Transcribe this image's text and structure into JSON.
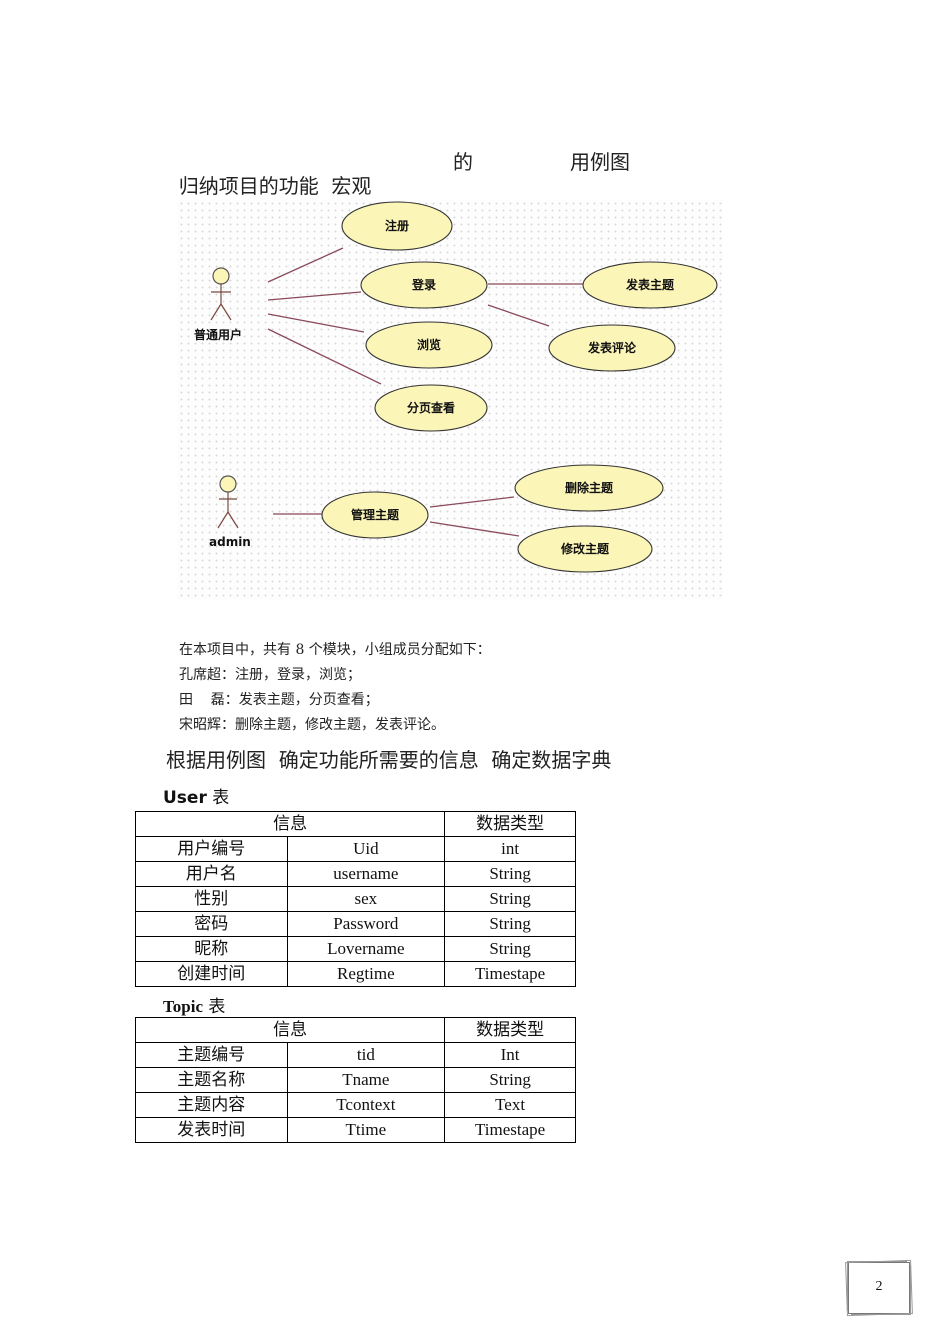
{
  "heading1": {
    "part1": "归纳项目的功能  宏观",
    "part2": "的",
    "part3": "用例图"
  },
  "diagram": {
    "actors": [
      {
        "name": "普通用户"
      },
      {
        "name": "admin"
      }
    ],
    "use_cases": {
      "register": "注册",
      "login": "登录",
      "browse": "浏览",
      "paging": "分页查看",
      "post_topic": "发表主题",
      "post_comment": "发表评论",
      "manage_topic": "管理主题",
      "delete_topic": "删除主题",
      "edit_topic": "修改主题"
    },
    "colors": {
      "ellipse_fill": "#fbf5b8",
      "ellipse_stroke": "#333333",
      "line": "#8a4a5a"
    }
  },
  "paragraph": {
    "lines": [
      "在本项目中，共有 8 个模块，小组成员分配如下：",
      "孔席超：注册，登录，浏览；",
      "田    磊：发表主题，分页查看；",
      "宋昭辉：删除主题，修改主题，发表评论。"
    ]
  },
  "heading2": "根据用例图  确定功能所需要的信息  确定数据字典",
  "user_table": {
    "title_bold": "User",
    "title_suffix": " 表",
    "header": {
      "info": "信息",
      "type": "数据类型"
    },
    "rows": [
      {
        "label": "用户编号",
        "field": "Uid",
        "type": "int"
      },
      {
        "label": "用户名",
        "field": "username",
        "type": "String"
      },
      {
        "label": "性别",
        "field": "sex",
        "type": "String"
      },
      {
        "label": "密码",
        "field": "Password",
        "type": "String"
      },
      {
        "label": "昵称",
        "field": "Lovername",
        "type": "String"
      },
      {
        "label": "创建时间",
        "field": "Regtime",
        "type": "Timestape"
      }
    ]
  },
  "topic_table": {
    "title_bold": "Topic",
    "title_suffix": " 表",
    "header": {
      "info": "信息",
      "type": "数据类型"
    },
    "rows": [
      {
        "label": "主题编号",
        "field": "tid",
        "type": "Int"
      },
      {
        "label": "主题名称",
        "field": "Tname",
        "type": "String"
      },
      {
        "label": "主题内容",
        "field": "Tcontext",
        "type": "Text"
      },
      {
        "label": "发表时间",
        "field": "Ttime",
        "type": "Timestape"
      }
    ]
  },
  "page_number": "2"
}
